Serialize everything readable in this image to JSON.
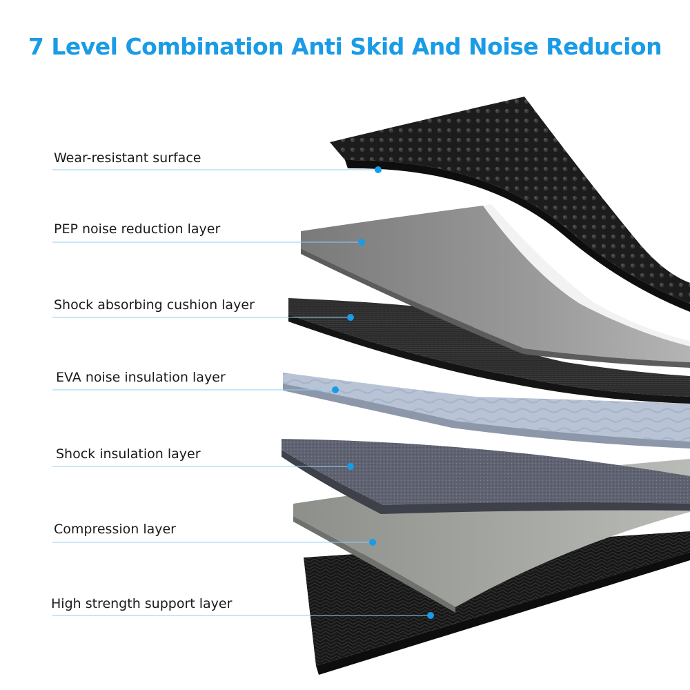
{
  "title": "7 Level Combination Anti Skid And Noise Reducion",
  "colors": {
    "accent": "#1a9be6",
    "leader_line": "#8fcff2",
    "dot": "#1a9be6"
  },
  "layers": [
    {
      "label": "Wear-resistant surface"
    },
    {
      "label": "PEP noise reduction layer"
    },
    {
      "label": "Shock absorbing cushion layer"
    },
    {
      "label": "EVA noise insulation layer"
    },
    {
      "label": "Shock insulation layer"
    },
    {
      "label": "Compression layer"
    },
    {
      "label": "High strength support layer"
    }
  ]
}
